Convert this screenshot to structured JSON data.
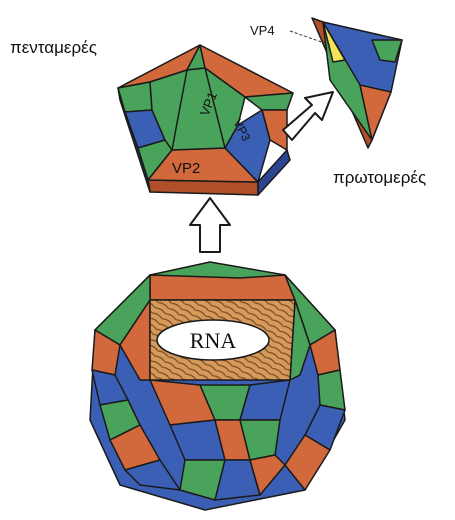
{
  "labels": {
    "pentamer": "πενταμερές",
    "protomer": "πρωτομερές",
    "vp1": "VP1",
    "vp2": "VP2",
    "vp3": "VP3",
    "vp4": "VP4",
    "rna": "RNA"
  },
  "colors": {
    "vp1": "#4aa35a",
    "vp2": "#d2693c",
    "vp3": "#3a5fb5",
    "vp4": "#f2e35a",
    "edge": "#1a1a1a",
    "rna_fill": "#cf9a5d",
    "side_orange": "#b04f2a",
    "side_blue": "#2b4590"
  }
}
